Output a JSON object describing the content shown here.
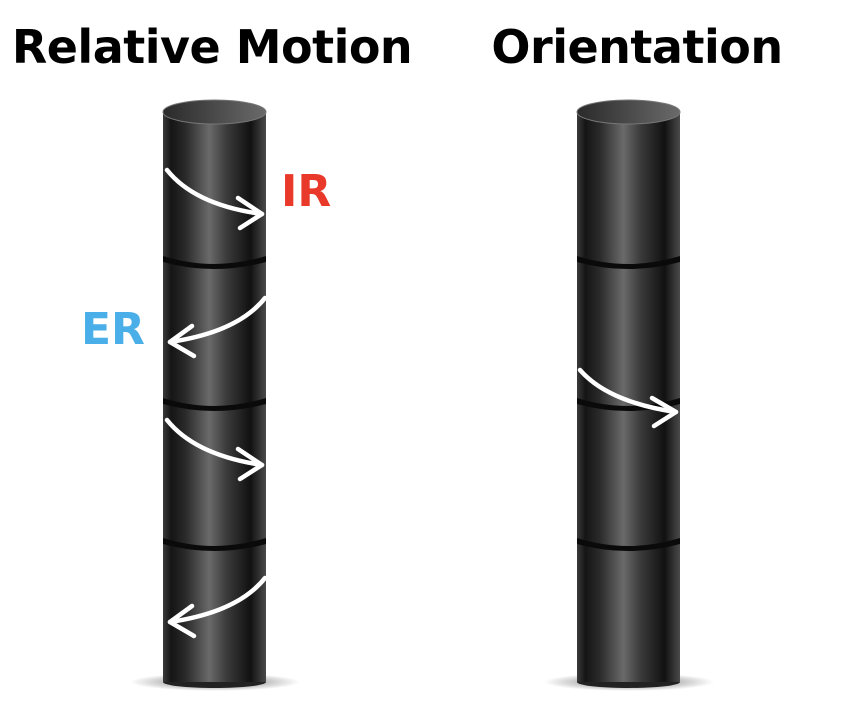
{
  "titles": {
    "left": "Relative Motion",
    "right": "Orientation"
  },
  "labels": {
    "ir": "IR",
    "er": "ER"
  },
  "colors": {
    "ir": "#e8392a",
    "er": "#4aaee8",
    "arrow": "#ffffff",
    "cylinder": "#2a2a2a"
  }
}
